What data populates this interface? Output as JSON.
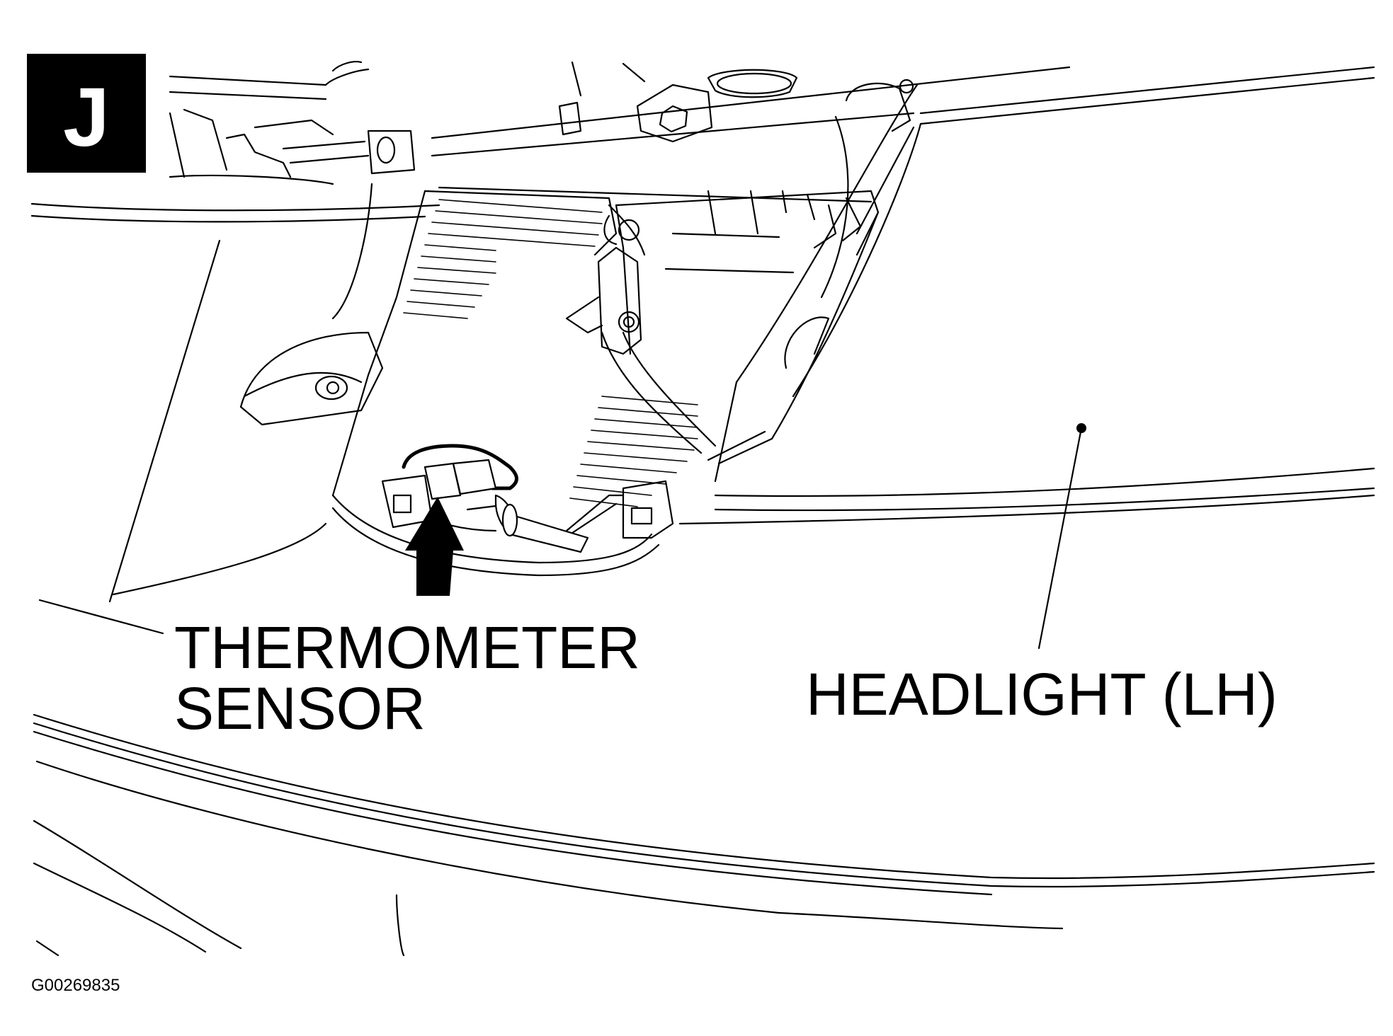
{
  "badge": {
    "letter": "J",
    "background": "#000000",
    "text_color": "#ffffff"
  },
  "labels": {
    "thermometer_sensor": [
      "THERMOMETER",
      "SENSOR"
    ],
    "headlight": "HEADLIGHT (LH)"
  },
  "figure_code": "G00269835",
  "colors": {
    "line": "#000000",
    "background": "#ffffff"
  }
}
